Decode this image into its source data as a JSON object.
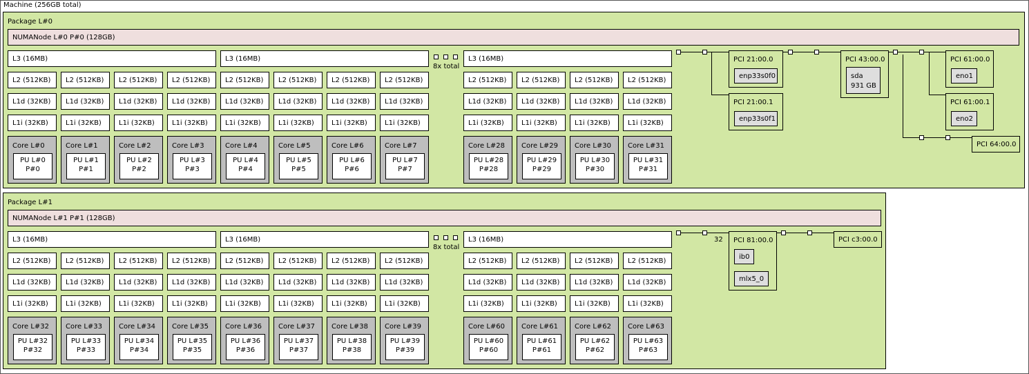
{
  "machine": {
    "label": "Machine (256GB total)"
  },
  "packages": [
    {
      "label": "Package L#0",
      "numa": "NUMANode L#0 P#0 (128GB)",
      "l3": [
        "L3 (16MB)",
        "L3 (16MB)",
        "L3 (16MB)"
      ],
      "l3_collapsed": "8x total",
      "l2": "L2 (512KB)",
      "l1d": "L1d (32KB)",
      "l1i": "L1i (32KB)",
      "cores": [
        {
          "label": "Core L#0",
          "pu": "PU L#0",
          "p": "P#0"
        },
        {
          "label": "Core L#1",
          "pu": "PU L#1",
          "p": "P#1"
        },
        {
          "label": "Core L#2",
          "pu": "PU L#2",
          "p": "P#2"
        },
        {
          "label": "Core L#3",
          "pu": "PU L#3",
          "p": "P#3"
        },
        {
          "label": "Core L#4",
          "pu": "PU L#4",
          "p": "P#4"
        },
        {
          "label": "Core L#5",
          "pu": "PU L#5",
          "p": "P#5"
        },
        {
          "label": "Core L#6",
          "pu": "PU L#6",
          "p": "P#6"
        },
        {
          "label": "Core L#7",
          "pu": "PU L#7",
          "p": "P#7"
        },
        {
          "label": "Core L#28",
          "pu": "PU L#28",
          "p": "P#28"
        },
        {
          "label": "Core L#29",
          "pu": "PU L#29",
          "p": "P#29"
        },
        {
          "label": "Core L#30",
          "pu": "PU L#30",
          "p": "P#30"
        },
        {
          "label": "Core L#31",
          "pu": "PU L#31",
          "p": "P#31"
        }
      ]
    },
    {
      "label": "Package L#1",
      "numa": "NUMANode L#1 P#1 (128GB)",
      "l3": [
        "L3 (16MB)",
        "L3 (16MB)",
        "L3 (16MB)"
      ],
      "l3_collapsed": "8x total",
      "l2": "L2 (512KB)",
      "l1d": "L1d (32KB)",
      "l1i": "L1i (32KB)",
      "cores": [
        {
          "label": "Core L#32",
          "pu": "PU L#32",
          "p": "P#32"
        },
        {
          "label": "Core L#33",
          "pu": "PU L#33",
          "p": "P#33"
        },
        {
          "label": "Core L#34",
          "pu": "PU L#34",
          "p": "P#34"
        },
        {
          "label": "Core L#35",
          "pu": "PU L#35",
          "p": "P#35"
        },
        {
          "label": "Core L#36",
          "pu": "PU L#36",
          "p": "P#36"
        },
        {
          "label": "Core L#37",
          "pu": "PU L#37",
          "p": "P#37"
        },
        {
          "label": "Core L#38",
          "pu": "PU L#38",
          "p": "P#38"
        },
        {
          "label": "Core L#39",
          "pu": "PU L#39",
          "p": "P#39"
        },
        {
          "label": "Core L#60",
          "pu": "PU L#60",
          "p": "P#60"
        },
        {
          "label": "Core L#61",
          "pu": "PU L#61",
          "p": "P#61"
        },
        {
          "label": "Core L#62",
          "pu": "PU L#62",
          "p": "P#62"
        },
        {
          "label": "Core L#63",
          "pu": "PU L#63",
          "p": "P#63"
        }
      ]
    }
  ],
  "pci0": {
    "p21_0": {
      "label": "PCI 21:00.0",
      "dev": "enp33s0f0"
    },
    "p21_1": {
      "label": "PCI 21:00.1",
      "dev": "enp33s0f1"
    },
    "p43": {
      "label": "PCI 43:00.0",
      "dev_line1": "sda",
      "dev_line2": "931 GB"
    },
    "p61_0": {
      "label": "PCI 61:00.0",
      "dev": "eno1"
    },
    "p61_1": {
      "label": "PCI 61:00.1",
      "dev": "eno2"
    },
    "p64": {
      "label": "PCI 64:00.0"
    }
  },
  "pci1": {
    "link_speed": "32",
    "p81": {
      "label": "PCI 81:00.0",
      "dev1": "ib0",
      "dev2": "mlx5_0"
    },
    "pc3": {
      "label": "PCI c3:00.0"
    }
  },
  "colors": {
    "package": "#d2e7a4",
    "numa": "#efdfde",
    "core": "#bebebe",
    "pu": "#ffffff",
    "osdev": "#dedede"
  }
}
